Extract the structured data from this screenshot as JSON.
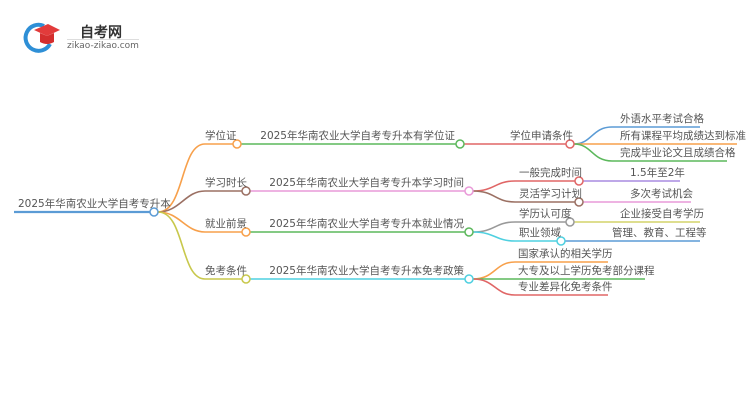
{
  "logo": {
    "title": "自考网",
    "url": "zikao-zikao.com"
  },
  "root": "2025年华南农业大学自考专升本",
  "branches": [
    {
      "label": "学位证",
      "topic": "2025年华南农业大学自考专升本有学位证",
      "children": [
        {
          "label": "学位申请条件",
          "children": [
            "外语水平考试合格",
            "所有课程平均成绩达到标准",
            "完成毕业论文且成绩合格"
          ]
        }
      ]
    },
    {
      "label": "学习时长",
      "topic": "2025年华南农业大学自考专升本学习时间",
      "children": [
        {
          "label": "一般完成时间",
          "children": [
            "1.5年至2年"
          ]
        },
        {
          "label": "灵活学习计划",
          "children": [
            "多次考试机会"
          ]
        }
      ]
    },
    {
      "label": "就业前景",
      "topic": "2025年华南农业大学自考专升本就业情况",
      "children": [
        {
          "label": "学历认可度",
          "children": [
            "企业接受自考学历"
          ]
        },
        {
          "label": "职业领域",
          "children": [
            "管理、教育、工程等"
          ]
        }
      ]
    },
    {
      "label": "免考条件",
      "topic": "2025年华南农业大学自考专升本免考政策",
      "children": [
        "国家承认的相关学历",
        "大专及以上学历免考部分课程",
        "专业差异化免考条件"
      ]
    }
  ]
}
